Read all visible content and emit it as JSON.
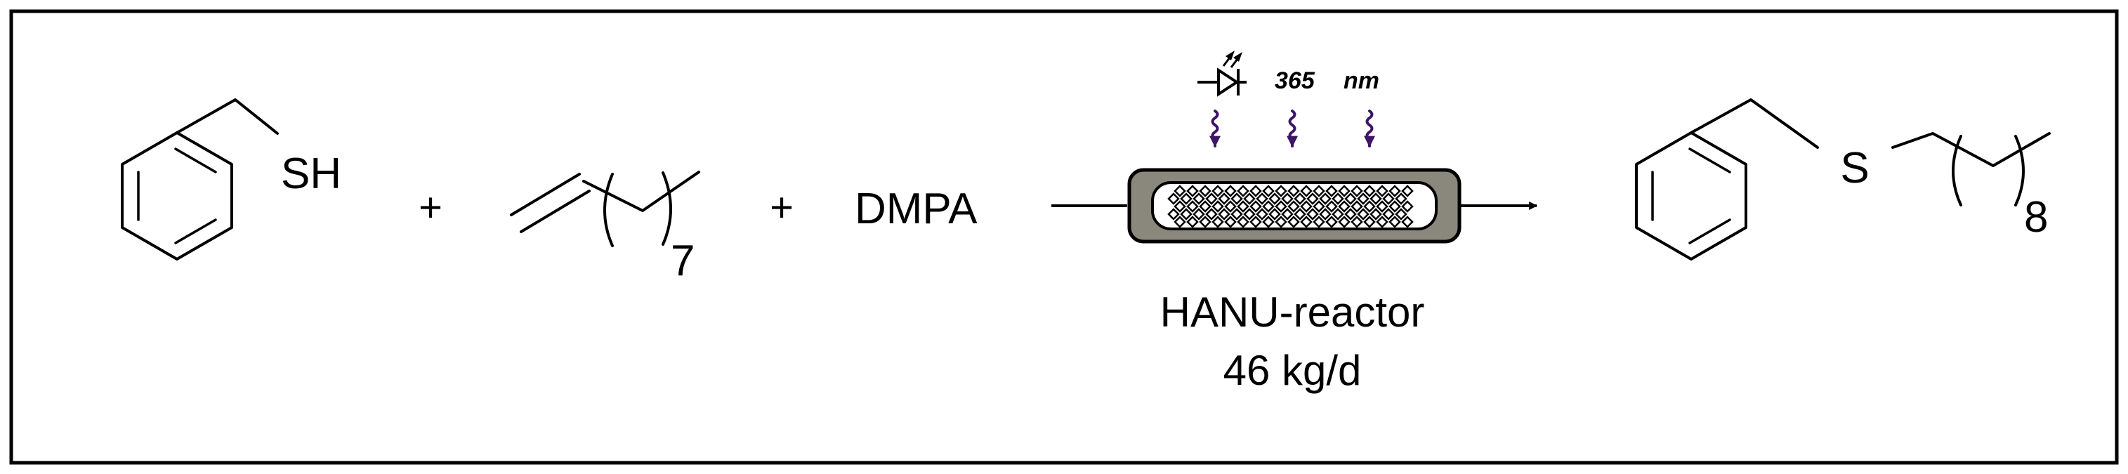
{
  "scheme": {
    "reactant1": {
      "heteroatom_label": "SH"
    },
    "plus_sign": "+",
    "reactant2": {
      "repeat_count": "7"
    },
    "reactant3": {
      "label": "DMPA"
    },
    "light_source": {
      "wavelength_value": "365",
      "wavelength_unit": "nm"
    },
    "reactor": {
      "name": "HANU-reactor",
      "throughput": "46 kg/d"
    },
    "product": {
      "heteroatom_label": "S",
      "repeat_count": "8"
    }
  },
  "colors": {
    "line": "#000000",
    "reactor_shell": "#8a877c",
    "irradiation_arrow": "#3d1466",
    "frame": "#000000"
  }
}
